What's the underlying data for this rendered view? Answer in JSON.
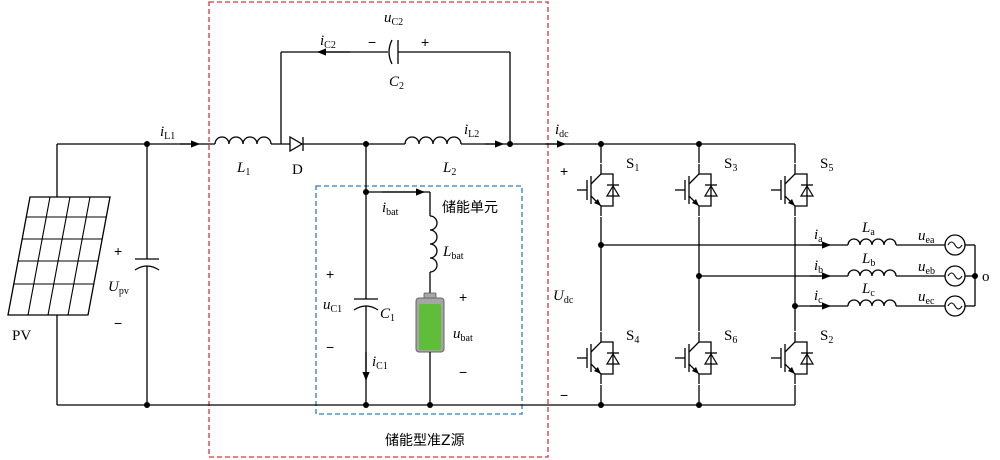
{
  "colors": {
    "wire": "#000000",
    "outer_box": "#d9343a",
    "inner_box": "#2e7dbf",
    "battery": "#5fbd3a",
    "panel": "#ffffff"
  },
  "labels": {
    "pv": "PV",
    "upv_main": "U",
    "upv_sub": "pv",
    "il1_main": "i",
    "il1_sub": "L1",
    "L1_main": "L",
    "L1_sub": "1",
    "D": "D",
    "uc2_main": "u",
    "uc2_sub": "C2",
    "ic2_main": "i",
    "ic2_sub": "C2",
    "C2_main": "C",
    "C2_sub": "2",
    "L2_main": "L",
    "L2_sub": "2",
    "il2_main": "i",
    "il2_sub": "L2",
    "idc_main": "i",
    "idc_sub": "dc",
    "ibat_main": "i",
    "ibat_sub": "bat",
    "Lbat_main": "L",
    "Lbat_sub": "bat",
    "uc1_main": "u",
    "uc1_sub": "C1",
    "C1_main": "C",
    "C1_sub": "1",
    "ic1_main": "i",
    "ic1_sub": "C1",
    "ubat_main": "u",
    "ubat_sub": "bat",
    "udc_main": "U",
    "udc_sub": "dc",
    "storage_unit": "储能单元",
    "source_name": "储能型准Z源",
    "S1_main": "S",
    "S1_sub": "1",
    "S3_main": "S",
    "S3_sub": "3",
    "S5_main": "S",
    "S5_sub": "5",
    "S4_main": "S",
    "S4_sub": "4",
    "S6_main": "S",
    "S6_sub": "6",
    "S2_main": "S",
    "S2_sub": "2",
    "ia_main": "i",
    "ia_sub": "a",
    "ib_main": "i",
    "ib_sub": "b",
    "ic_main": "i",
    "ic_sub": "c",
    "La_main": "L",
    "La_sub": "a",
    "Lb_main": "L",
    "Lb_sub": "b",
    "Lc_main": "L",
    "Lc_sub": "c",
    "uea_main": "u",
    "uea_sub": "ea",
    "ueb_main": "u",
    "ueb_sub": "eb",
    "uec_main": "u",
    "uec_sub": "ec",
    "o": "o",
    "plus": "+",
    "minus": "−"
  }
}
